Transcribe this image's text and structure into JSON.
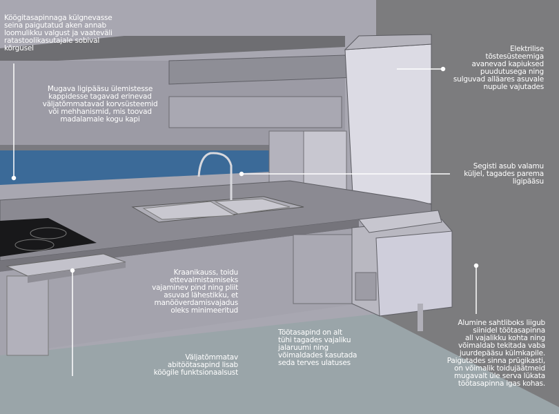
{
  "annotations": {
    "window": "Köögitasapinnaga külgnevasse\nseina paigutatud aken annab\nloomulikku valgust ja  vaateväli\nratastoolikasutajale sobival\nkõrgusel",
    "upper_cabinets": "Mugava ligipääsu ülemistesse\nkappidesse tagavad erinevad\nväljatõmmatavad korvsüsteemid\nvõi mehhanismid, mis toovad\nmadalamale kogu kapi",
    "lift_doors": "Elektrilise\ntõstesüsteemiga\navanevad kapiuksed\npuudutusega  ning\nsulguvad alläares asuvale\nnupule vajutades",
    "faucet": "Segisti asub valamu\nküljel, tagades parema\nligipääsu",
    "work_triangle": "Kraanikauss, toidu\nettevalmistamiseks\nvajaminev pind ning pliit\nasuvad lähestikku, et\nmanööverdamisvajadus\noleks minimeeritud",
    "open_counter": "Töötasapind on alt\ntühi tagades vajaliku\njalaruumi ning\nvõimaldades kasutada\nseda terves ulatuses",
    "pullout_board": "Väljatõmmatav\nabitöötasapind lisab\nköögile funktsionaalsust",
    "drawer_box": "Alumine sahtliboks liigub\nsiinidel töötasapinna\nall vajalikku kohta ning\nvõimaldab tekitada vaba\njuurdepääsu külmkapile.\nPaigutades sinna prügikasti,\non võimalik toidujäätmeid\nmugavalt üle serva lükata\ntöötasapinna igas  kohas."
  },
  "colors": {
    "left_wall": "#a8a7b1",
    "right_wall": "#7c7c7e",
    "floor": "#9aa5a9",
    "backsplash": "#3b6a98"
  }
}
